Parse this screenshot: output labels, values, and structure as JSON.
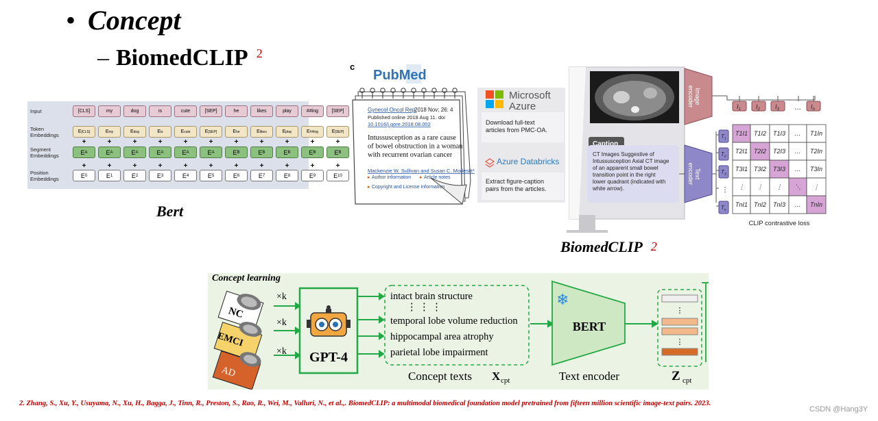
{
  "slide": {
    "bullet1": "Concept",
    "bullet2": "BiomedCLIP",
    "bullet2_ref": "2",
    "caption_bert": "Bert",
    "caption_clip": "BiomedCLIP",
    "caption_clip_ref": "2"
  },
  "bert": {
    "row_labels": [
      "Input",
      "Token Embeddings",
      "Segment Embeddings",
      "Position Embeddings"
    ],
    "tokens": [
      "[CLS]",
      "my",
      "dog",
      "is",
      "cute",
      "[SEP]",
      "he",
      "likes",
      "play",
      "##ing",
      "[SEP]"
    ],
    "token_emb": [
      "[CLS]",
      "my",
      "dog",
      "is",
      "cute",
      "[SEP]",
      "he",
      "likes",
      "play",
      "##ing",
      "[SEP]"
    ],
    "segment_emb": [
      "A",
      "A",
      "A",
      "A",
      "A",
      "A",
      "B",
      "B",
      "B",
      "B",
      "B"
    ],
    "position_emb": [
      "0",
      "1",
      "2",
      "3",
      "4",
      "5",
      "6",
      "7",
      "8",
      "9",
      "10"
    ]
  },
  "clip": {
    "panel_letter": "c",
    "pubmed_logo": "PubMed",
    "article_journal": "Gynecol Oncol Rep.",
    "article_date": "2018 Nov; 26: 4",
    "article_published": "Published online 2018 Aug 11. doi",
    "article_doi": "10.1016/j.gore.2018.08.002",
    "article_title": "Intussusception as a rare cause of bowel obstruction in a woman with recurrent ovarian cancer",
    "article_authors": "Mackenzie W. Sullivan and Susan C. Modesitt*",
    "link_author": "Author information",
    "link_notes": "Article notes",
    "link_copyright": "Copyright and License information",
    "azure_line1": "Microsoft",
    "azure_line2": "Azure",
    "azure_desc": "Download full-text articles from PMC-OA.",
    "databricks": "Azure Databricks",
    "databricks_desc": "Extract figure-caption pairs from the articles.",
    "caption_tag": "Caption",
    "caption_text": "CT Images Suggestive of Intussusception Axial CT image of an apparent small bowel transition point in the right lower quadrant (indicated with white arrow).",
    "image_encoder": "Image encoder",
    "text_encoder": "Text encoder",
    "loss_label": "CLIP contrastive loss",
    "i_labels": [
      "I",
      "I",
      "I",
      "…",
      "I"
    ],
    "i_subs": [
      "1",
      "2",
      "3",
      "",
      "n"
    ],
    "t_labels": [
      "T",
      "T",
      "T",
      "⋮",
      "T"
    ],
    "t_subs": [
      "1",
      "2",
      "3",
      "",
      "n"
    ],
    "matrix": [
      [
        "T1I1",
        "T1I2",
        "T1I3",
        "…",
        "T1In"
      ],
      [
        "T2I1",
        "T2I2",
        "T2I3",
        "…",
        "T2In"
      ],
      [
        "T3I1",
        "T3I2",
        "T3I3",
        "…",
        "T3In"
      ],
      [
        "⋮",
        "⋮",
        "⋮",
        "⋱",
        "⋮"
      ],
      [
        "TnI1",
        "TnI2",
        "TnI3",
        "…",
        "TnIn"
      ]
    ]
  },
  "concept": {
    "title": "Concept learning",
    "groups": [
      "NC",
      "EMCI",
      "AD"
    ],
    "times_k": "×k",
    "gpt": "GPT-4",
    "concepts": [
      "intact  brain structure",
      "⋮      ⋮       ⋮",
      "temporal lobe volume reduction",
      "hippocampal area atrophy",
      "parietal lobe impairment"
    ],
    "concept_texts_label": "Concept texts",
    "x_cpt": "X",
    "x_cpt_sub": "cpt",
    "bert": "BERT",
    "text_encoder": "Text encoder",
    "z_cpt": "Z",
    "z_cpt_sub": "cpt",
    "snowflake": "❄",
    "dots": "⋮"
  },
  "footnote": "2. Zhang, S., Xu, Y., Usuyama, N., Xu, H., Bagga, J., Tinn, R., Preston,  S., Rao, R., Wei, M., Valluri, N., et al.,. BiomedCLIP:  a multimodal biomedical foundation model pretrained from fifteen million scientific image-text pairs.  2023.",
  "watermark": "CSDN @Hang3Y"
}
